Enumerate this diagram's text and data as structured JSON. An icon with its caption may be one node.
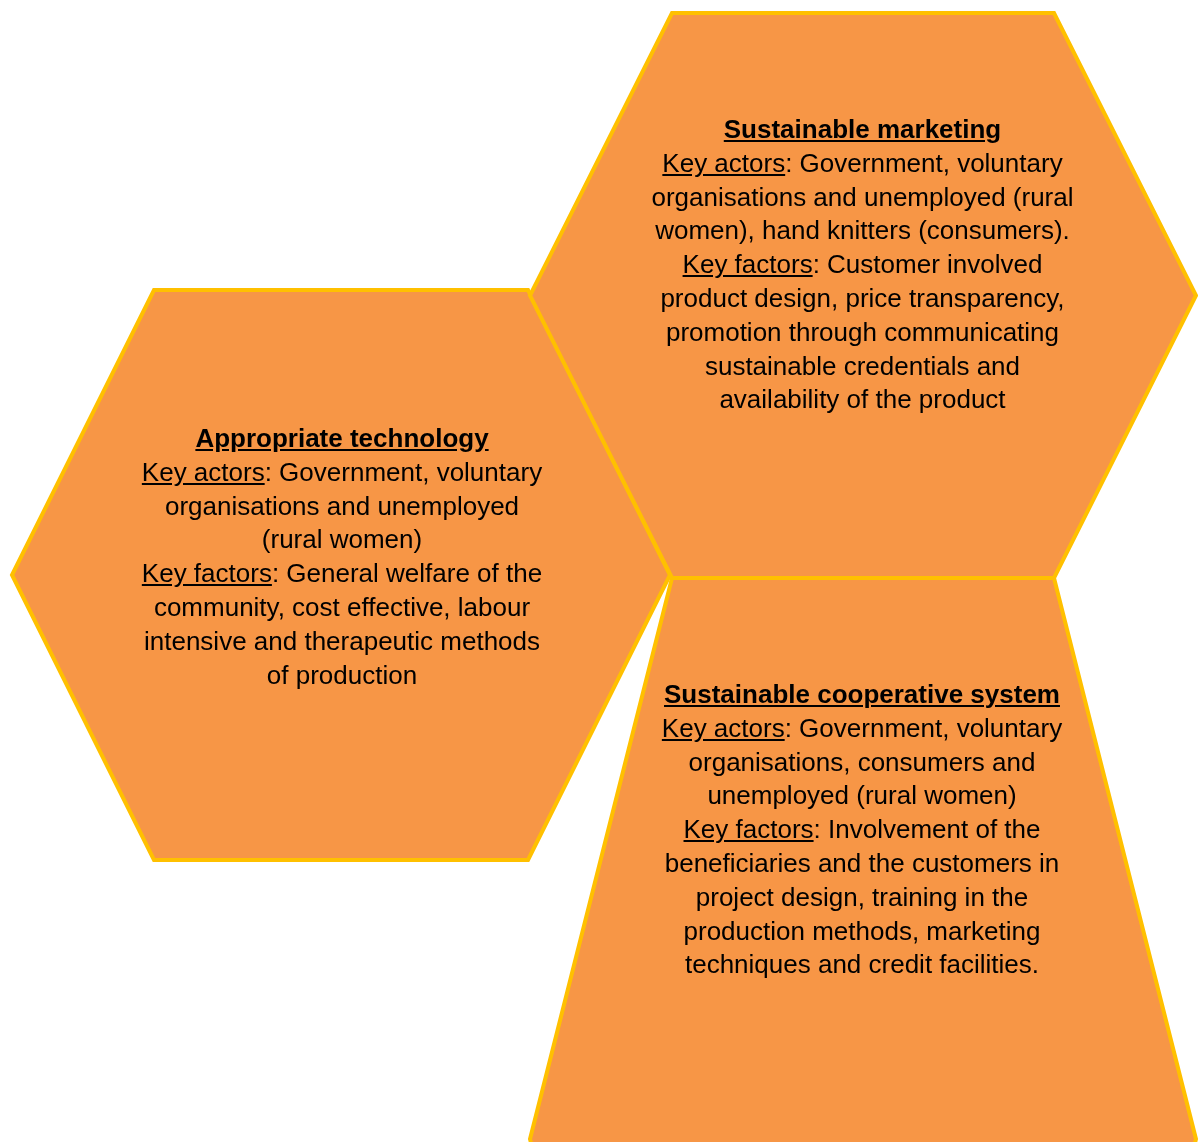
{
  "diagram": {
    "nodes": [
      {
        "text": [
          "Appropriate technology",
          "Key actors: Government, voluntary organisations and unemployed (rural women)",
          "Key factors: General welfare of the community, cost effective, labour intensive and therapeutic methods of production"
        ]
      },
      {
        "text": [
          "Sustainable marketing",
          "Key actors: Government, voluntary organisations and unemployed (rural women), hand knitters (consumers).",
          "Key factors: Customer involved product design, price transparency, promotion through communicating sustainable credentials and availability of the product"
        ]
      },
      {
        "text": [
          "Sustainable cooperative system",
          "Key actors: Government, voluntary organisations, consumers and unemployed (rural women)",
          "Key factors: Involvement of the beneficiaries and the customers in project design, training in the production methods, marketing techniques and credit facilities."
        ]
      }
    ]
  }
}
